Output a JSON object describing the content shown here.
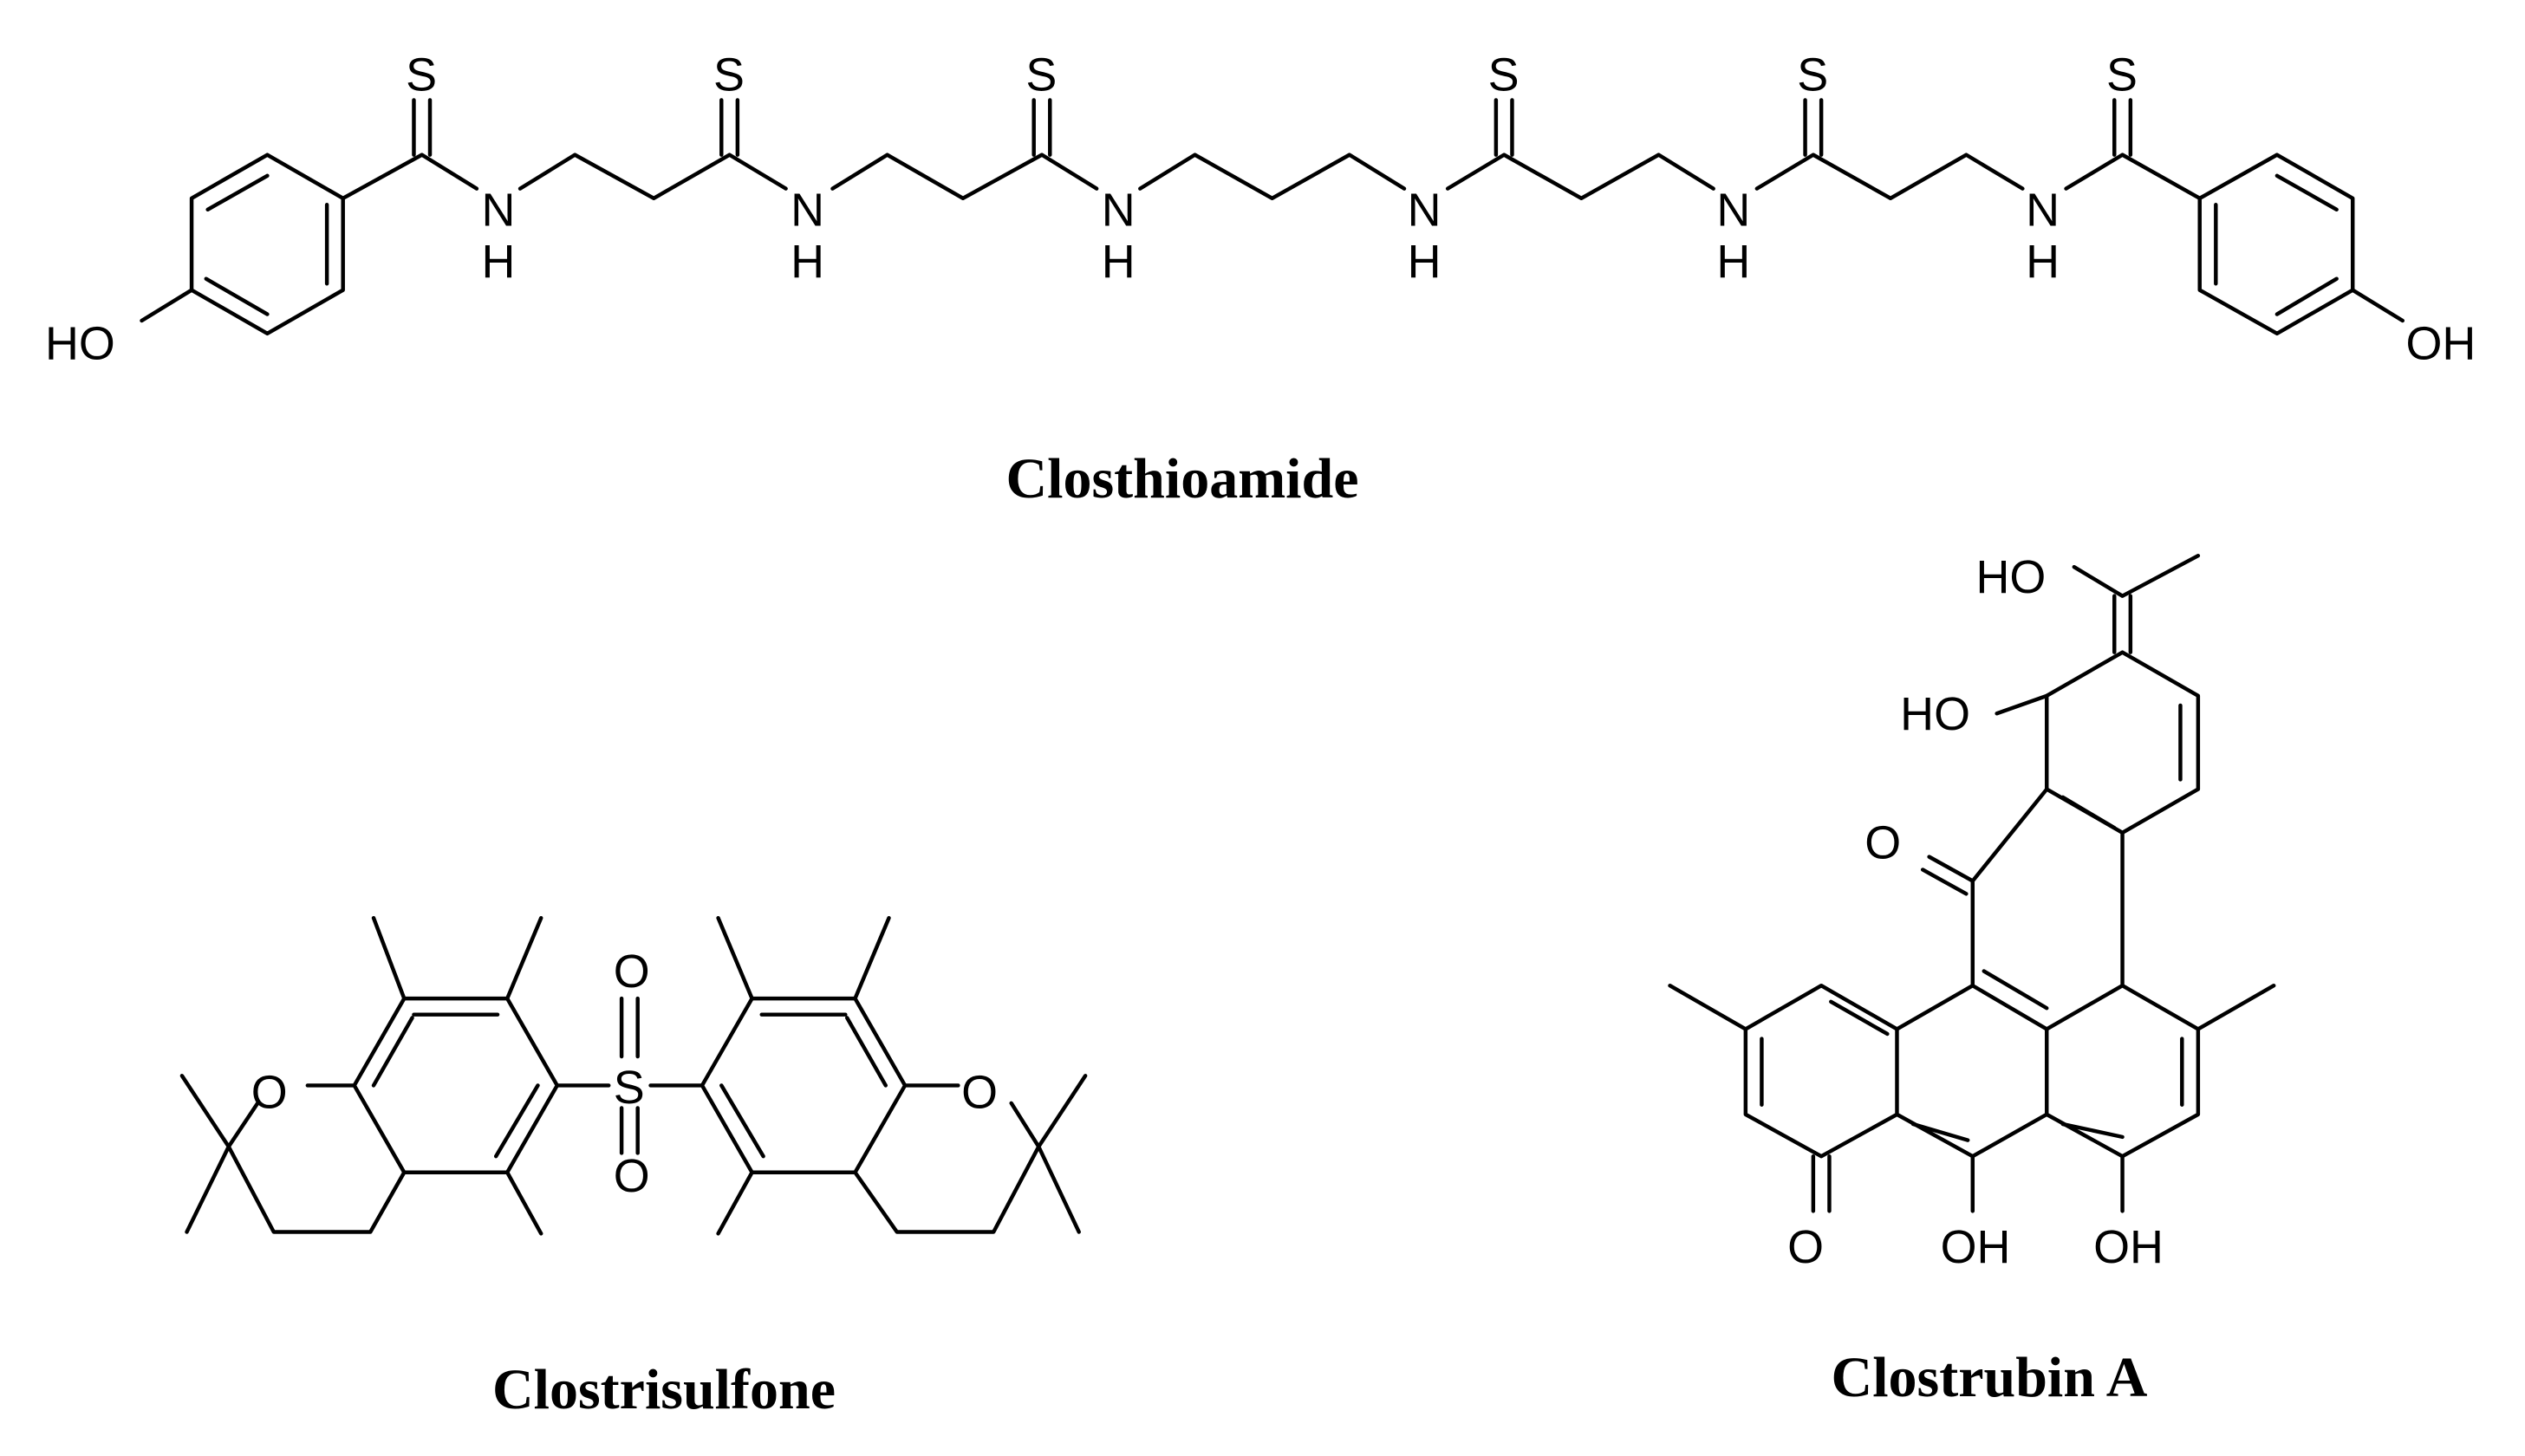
{
  "compounds": [
    {
      "id": "closthioamide",
      "name": "Closthioamide"
    },
    {
      "id": "clostrisulfone",
      "name": "Clostrisulfone"
    },
    {
      "id": "clostrubin",
      "name": "Clostrubin A"
    }
  ],
  "atom_labels": {
    "S": "S",
    "N": "N",
    "H": "H",
    "O": "O",
    "HO": "HO",
    "OH": "OH"
  }
}
